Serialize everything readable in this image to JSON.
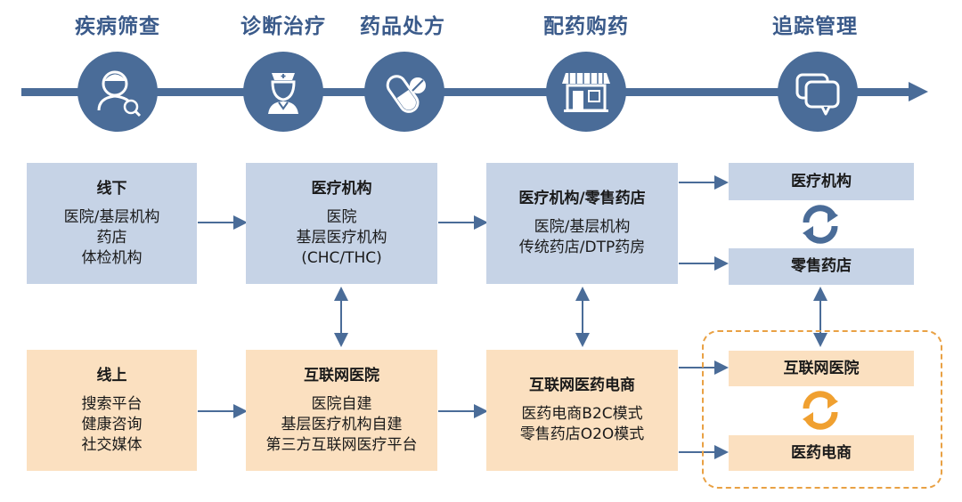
{
  "stages": [
    {
      "title": "疾病筛查",
      "icon": "doctor-search-icon"
    },
    {
      "title": "诊断治疗",
      "icon": "nurse-icon"
    },
    {
      "title": "药品处方",
      "icon": "pill-icon"
    },
    {
      "title": "配药购药",
      "icon": "store-icon"
    },
    {
      "title": "追踪管理",
      "icon": "chat-bubbles-icon"
    }
  ],
  "offline": {
    "source": {
      "title": "线下",
      "lines": [
        "医院/基层机构",
        "药店",
        "体检机构"
      ]
    },
    "medical": {
      "title": "医疗机构",
      "lines": [
        "医院",
        "基层医疗机构",
        "(CHC/THC)"
      ]
    },
    "dispense": {
      "title": "医疗机构/零售药店",
      "lines": [
        "医院/基层机构",
        "传统药店/DTP药房"
      ]
    },
    "track_top": "医疗机构",
    "track_bottom": "零售药店"
  },
  "online": {
    "source": {
      "title": "线上",
      "lines": [
        "搜索平台",
        "健康咨询",
        "社交媒体"
      ]
    },
    "medical": {
      "title": "互联网医院",
      "lines": [
        "医院自建",
        "基层医疗机构自建",
        "第三方互联网医疗平台"
      ]
    },
    "dispense": {
      "title": "互联网医药电商",
      "lines": [
        "医药电商B2C模式",
        "零售药店O2O模式"
      ]
    },
    "track_top": "互联网医院",
    "track_bottom": "医药电商"
  },
  "colors": {
    "accent": "#4a6c98",
    "offline_box": "#c6d3e6",
    "online_box": "#fbe0c0",
    "online_cycle": "#f0a030",
    "dashed_border": "#e9a144"
  }
}
